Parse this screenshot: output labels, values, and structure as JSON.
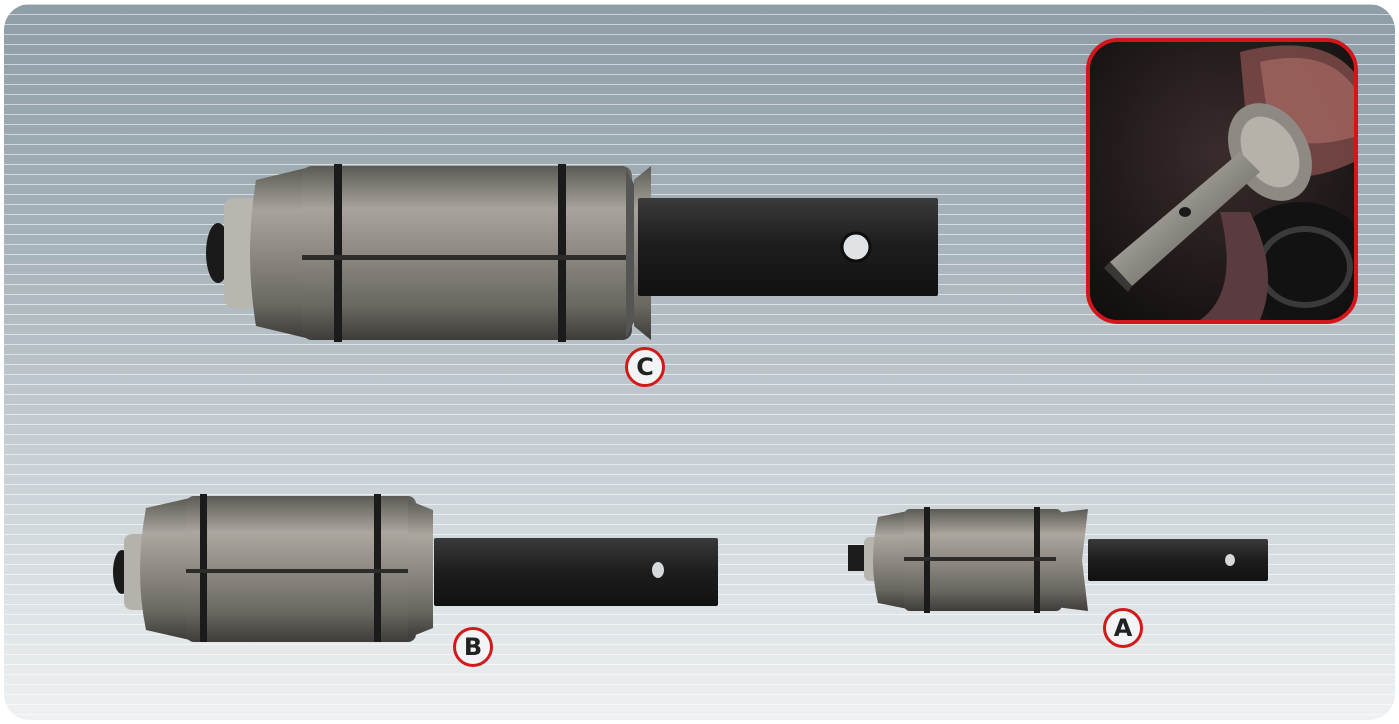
{
  "labels": {
    "tool_a": "A",
    "tool_b": "B",
    "tool_c": "C"
  },
  "colors": {
    "badge_ring": "#d11a1a",
    "inset_border": "#d4161c",
    "steel": "#8a8781",
    "shaft": "#2a2a2a"
  },
  "icons": {
    "inset_photo": "tool-in-use-photo"
  }
}
